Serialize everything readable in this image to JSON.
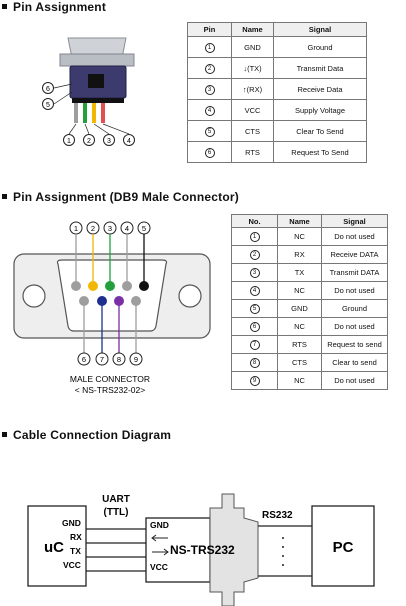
{
  "section1": {
    "title": "Pin Assignment",
    "table": {
      "headers": [
        "Pin",
        "Name",
        "Signal"
      ],
      "rows": [
        [
          "1",
          "GND",
          "Ground"
        ],
        [
          "2",
          "↓(TX)",
          "Transmit Data"
        ],
        [
          "3",
          "↑(RX)",
          "Receive Data"
        ],
        [
          "4",
          "VCC",
          "Supply Voltage"
        ],
        [
          "5",
          "CTS",
          "Clear To Send"
        ],
        [
          "6",
          "RTS",
          "Request To Send"
        ]
      ]
    },
    "module_pin_labels": [
      "1",
      "2",
      "3",
      "4",
      "5",
      "6"
    ]
  },
  "section2": {
    "title": "Pin Assignment (DB9 Male Connector)",
    "connector_caption_line1": "MALE CONNECTOR",
    "connector_caption_line2": "< NS-TRS232-02>",
    "top_pins": [
      "1",
      "2",
      "3",
      "4",
      "5"
    ],
    "bottom_pins": [
      "6",
      "7",
      "8",
      "9"
    ],
    "table": {
      "headers": [
        "No.",
        "Name",
        "Signal"
      ],
      "rows": [
        [
          "1",
          "NC",
          "Do not used"
        ],
        [
          "2",
          "RX",
          "Receive DATA"
        ],
        [
          "3",
          "TX",
          "Transmit DATA"
        ],
        [
          "4",
          "NC",
          "Do not used"
        ],
        [
          "5",
          "GND",
          "Ground"
        ],
        [
          "6",
          "NC",
          "Do not used"
        ],
        [
          "7",
          "RTS",
          "Request to send"
        ],
        [
          "8",
          "CTS",
          "Clear to send"
        ],
        [
          "9",
          "NC",
          "Do not used"
        ]
      ]
    }
  },
  "section3": {
    "title": "Cable Connection Diagram",
    "uart_line1": "UART",
    "uart_line2": "(TTL)",
    "uc_label": "uC",
    "uc_pins": [
      "GND",
      "RX",
      "TX",
      "VCC"
    ],
    "module_pins": [
      "GND",
      "VCC"
    ],
    "module_label": "NS-TRS232",
    "rs232_label": "RS232",
    "pc_label": "PC"
  },
  "colors": {
    "pin1": "#9e9e9e",
    "pin2": "#f2b705",
    "pin3": "#23a03c",
    "pin4": "#9e9e9e",
    "pin5": "#111111",
    "pin6": "#9e9e9e",
    "pin7": "#1e2f8f",
    "pin8": "#7b2fa5",
    "pin9": "#9e9e9e"
  }
}
